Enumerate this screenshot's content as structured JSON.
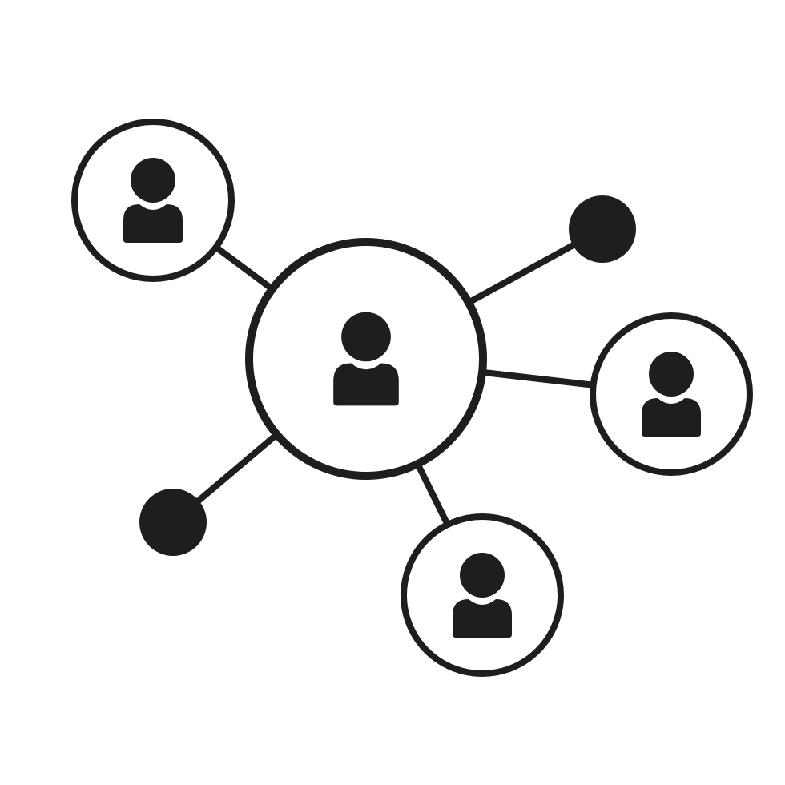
{
  "diagram": {
    "kind": "network",
    "stroke_color": "#1e1e1e",
    "fill_color": "#1e1e1e",
    "background_color": "#ffffff",
    "node_icon": "user-icon",
    "endpoint_icon": "dot-icon",
    "nodes": [
      {
        "id": "center",
        "type": "user",
        "role": "hub"
      },
      {
        "id": "top-left",
        "type": "user",
        "role": "peer"
      },
      {
        "id": "right",
        "type": "user",
        "role": "peer"
      },
      {
        "id": "bottom",
        "type": "user",
        "role": "peer"
      },
      {
        "id": "top-right-dot",
        "type": "dot",
        "role": "endpoint"
      },
      {
        "id": "bottom-left-dot",
        "type": "dot",
        "role": "endpoint"
      }
    ],
    "edges": [
      {
        "from": "center",
        "to": "top-left"
      },
      {
        "from": "center",
        "to": "top-right-dot"
      },
      {
        "from": "center",
        "to": "right"
      },
      {
        "from": "center",
        "to": "bottom"
      },
      {
        "from": "center",
        "to": "bottom-left-dot"
      }
    ]
  }
}
